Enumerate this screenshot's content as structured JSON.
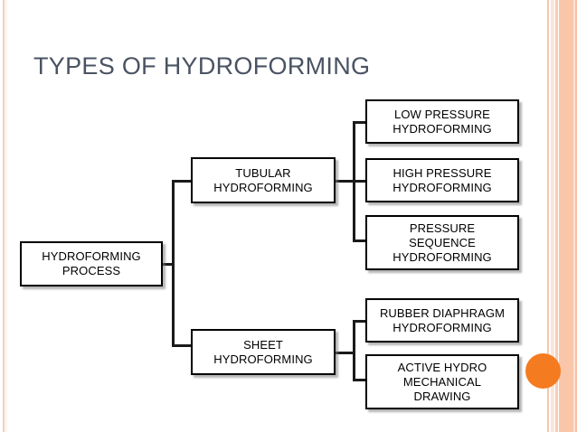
{
  "slide": {
    "title": "TYPES OF HYDROFORMING",
    "background_color": "#ffffff",
    "title_color": "#4a5363",
    "accent_color": "#f47b20",
    "frame_stripe_color": "#f9c6a9",
    "node_border_color": "#000000",
    "node_fill_color": "#ffffff"
  },
  "decor": {
    "accent_circle_name": "orange-accent-circle",
    "left_stripe_name": "left-edge-stripe",
    "right_stripe_name": "right-edge-stripe"
  },
  "chart_data": {
    "type": "diagram",
    "diagram_type": "horizontal-tree-flowchart",
    "title": "TYPES OF HYDROFORMING",
    "root": {
      "id": "hydroforming-process",
      "label": "HYDROFORMING PROCESS",
      "lines": [
        "HYDROFORMING",
        "PROCESS"
      ]
    },
    "nodes": [
      {
        "id": "tubular-hydroforming",
        "label": "TUBULAR HYDROFORMING",
        "lines": [
          "TUBULAR",
          "HYDROFORMING"
        ],
        "level": 2,
        "parent": "hydroforming-process"
      },
      {
        "id": "sheet-hydroforming",
        "label": "SHEET HYDROFORMING",
        "lines": [
          "SHEET",
          "HYDROFORMING"
        ],
        "level": 2,
        "parent": "hydroforming-process"
      },
      {
        "id": "low-pressure-hydroforming",
        "label": "LOW PRESSURE HYDROFORMING",
        "lines": [
          "LOW PRESSURE",
          "HYDROFORMING"
        ],
        "level": 3,
        "parent": "tubular-hydroforming"
      },
      {
        "id": "high-pressure-hydroforming",
        "label": "HIGH PRESSURE HYDROFORMING",
        "lines": [
          "HIGH PRESSURE",
          "HYDROFORMING"
        ],
        "level": 3,
        "parent": "tubular-hydroforming"
      },
      {
        "id": "pressure-sequence-hydroforming",
        "label": "PRESSURE SEQUENCE HYDROFORMING",
        "lines": [
          "PRESSURE",
          "SEQUENCE",
          "HYDROFORMING"
        ],
        "level": 3,
        "parent": "tubular-hydroforming"
      },
      {
        "id": "rubber-diaphragm-hydroforming",
        "label": "RUBBER DIAPHRAGM HYDROFORMING",
        "lines": [
          "RUBBER DIAPHRAGM",
          "HYDROFORMING"
        ],
        "level": 3,
        "parent": "sheet-hydroforming"
      },
      {
        "id": "active-hydro-mechanical-drawing",
        "label": "ACTIVE HYDRO MECHANICAL DRAWING",
        "lines": [
          "ACTIVE HYDRO",
          "MECHANICAL",
          "DRAWING"
        ],
        "level": 3,
        "parent": "sheet-hydroforming"
      }
    ],
    "edges": [
      {
        "from": "hydroforming-process",
        "to": "tubular-hydroforming"
      },
      {
        "from": "hydroforming-process",
        "to": "sheet-hydroforming"
      },
      {
        "from": "tubular-hydroforming",
        "to": "low-pressure-hydroforming"
      },
      {
        "from": "tubular-hydroforming",
        "to": "high-pressure-hydroforming"
      },
      {
        "from": "tubular-hydroforming",
        "to": "pressure-sequence-hydroforming"
      },
      {
        "from": "sheet-hydroforming",
        "to": "rubber-diaphragm-hydroforming"
      },
      {
        "from": "sheet-hydroforming",
        "to": "active-hydro-mechanical-drawing"
      }
    ]
  },
  "nodes": {
    "root": {
      "line1": "HYDROFORMING",
      "line2": "PROCESS"
    },
    "tubular": {
      "line1": "TUBULAR",
      "line2": "HYDROFORMING"
    },
    "sheet": {
      "line1": "SHEET",
      "line2": "HYDROFORMING"
    },
    "low_pressure": {
      "line1": "LOW PRESSURE",
      "line2": "HYDROFORMING"
    },
    "high_pressure": {
      "line1": "HIGH PRESSURE",
      "line2": "HYDROFORMING"
    },
    "pressure_sequence": {
      "line1": "PRESSURE",
      "line2": "SEQUENCE",
      "line3": "HYDROFORMING"
    },
    "rubber_diaphragm": {
      "line1": "RUBBER DIAPHRAGM",
      "line2": "HYDROFORMING"
    },
    "active_hydro": {
      "line1": "ACTIVE HYDRO",
      "line2": "MECHANICAL",
      "line3": "DRAWING"
    }
  }
}
